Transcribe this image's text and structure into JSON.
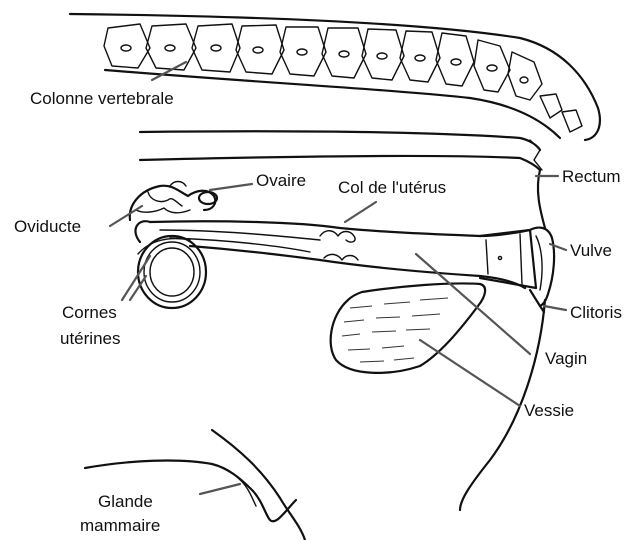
{
  "diagram": {
    "labels": {
      "spine": "Colonne vertebrale",
      "rectum": "Rectum",
      "ovary": "Ovaire",
      "cervix": "Col de l'utérus",
      "oviduct": "Oviducte",
      "vulva": "Vulve",
      "uterine_horns_line1": "Cornes",
      "uterine_horns_line2": "utérines",
      "clitoris": "Clitoris",
      "vagina": "Vagin",
      "bladder": "Vessie",
      "mammary_line1": "Glande",
      "mammary_line2": "mammaire"
    }
  }
}
